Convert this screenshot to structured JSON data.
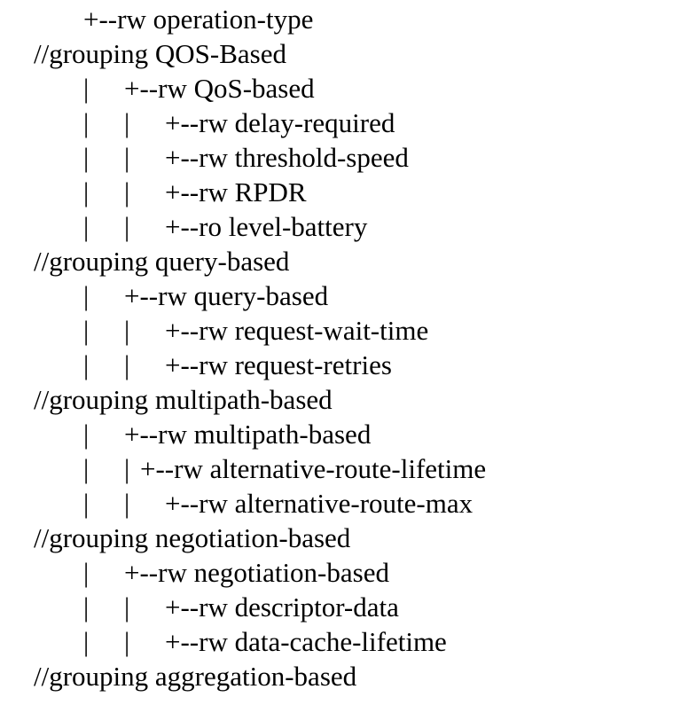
{
  "lines": [
    {
      "text": "+--rw operation-type",
      "depth": "lvl1",
      "bars": 0
    },
    {
      "text": "//grouping QOS-Based",
      "depth": "lvl0",
      "bars": 0
    },
    {
      "text": "+--rw QoS-based",
      "depth": "lvl2",
      "bars": 1
    },
    {
      "text": "+--rw delay-required",
      "depth": "lvl3",
      "bars": 2
    },
    {
      "text": "+--rw threshold-speed",
      "depth": "lvl3",
      "bars": 2
    },
    {
      "text": "+--rw RPDR",
      "depth": "lvl3",
      "bars": 2
    },
    {
      "text": "+--ro level-battery",
      "depth": "lvl3",
      "bars": 2
    },
    {
      "text": "//grouping query-based",
      "depth": "lvl0",
      "bars": 0
    },
    {
      "text": "+--rw query-based",
      "depth": "lvl2",
      "bars": 1
    },
    {
      "text": "+--rw request-wait-time",
      "depth": "lvl3",
      "bars": 2
    },
    {
      "text": "+--rw request-retries",
      "depth": "lvl3",
      "bars": 2
    },
    {
      "text": "//grouping multipath-based",
      "depth": "lvl0",
      "bars": 0
    },
    {
      "text": "+--rw multipath-based",
      "depth": "lvl2",
      "bars": 1
    },
    {
      "text": "+--rw alternative-route-lifetime",
      "depth": "lvl2b",
      "bars": 2
    },
    {
      "text": "+--rw alternative-route-max",
      "depth": "lvl3",
      "bars": 2
    },
    {
      "text": "//grouping negotiation-based",
      "depth": "lvl0",
      "bars": 0
    },
    {
      "text": "+--rw negotiation-based",
      "depth": "lvl2",
      "bars": 1
    },
    {
      "text": "+--rw descriptor-data",
      "depth": "lvl3",
      "bars": 2
    },
    {
      "text": "+--rw data-cache-lifetime",
      "depth": "lvl3",
      "bars": 2
    },
    {
      "text": "//grouping aggregation-based",
      "depth": "lvl0",
      "bars": 0
    }
  ],
  "bar_glyph": "|"
}
